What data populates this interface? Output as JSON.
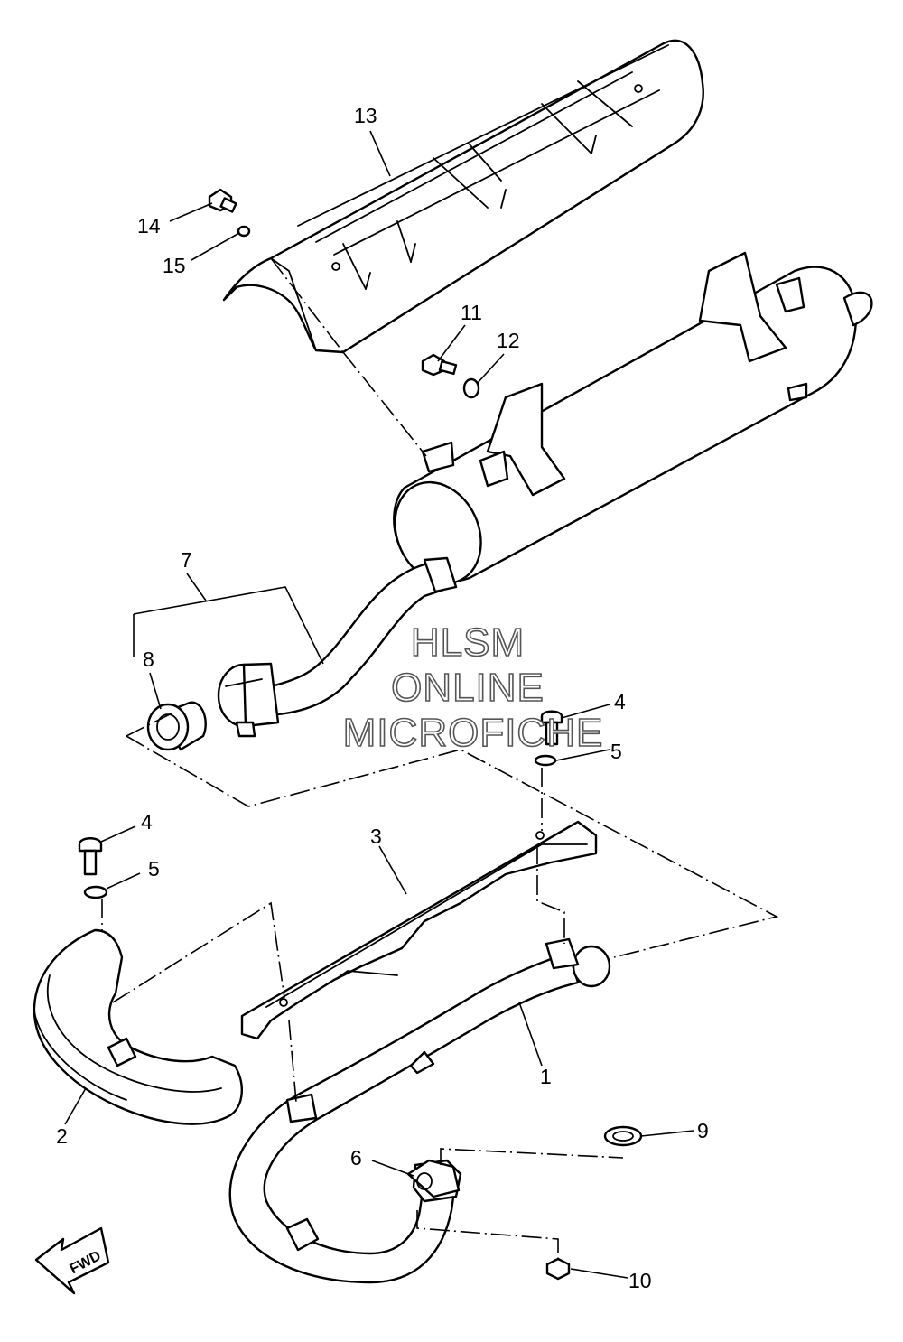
{
  "watermark": {
    "line1": "HLSM",
    "line2": "ONLINE",
    "line3": "MICROFICHE",
    "color": "#555555"
  },
  "fwd_label": "FWD",
  "callouts": {
    "c1": "1",
    "c2": "2",
    "c3": "3",
    "c4a": "4",
    "c4b": "4",
    "c5a": "5",
    "c5b": "5",
    "c6": "6",
    "c7": "7",
    "c8": "8",
    "c9": "9",
    "c10": "10",
    "c11": "11",
    "c12": "12",
    "c13": "13",
    "c14": "14",
    "c15": "15"
  },
  "colors": {
    "line": "#000000",
    "background": "#ffffff"
  }
}
